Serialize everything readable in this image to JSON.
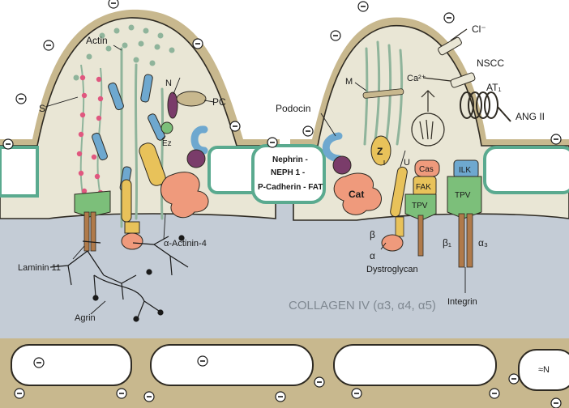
{
  "labels": {
    "actin": "Actin",
    "s": "S",
    "n": "N",
    "pc": "PC",
    "ez": "Ez",
    "alpha_actinin": "α-Actinin-4",
    "laminin": "Laminin 11",
    "agrin": "Agrin",
    "podocin": "Podocin",
    "nephrin_1": "Nephrin -",
    "nephrin_2": "NEPH 1 -",
    "nephrin_3": "P-Cadherin - FAT",
    "m": "M",
    "ca": "Ca²⁺",
    "cl": "Cl⁻",
    "nscc": "NSCC",
    "at1": "AT₁",
    "ang2": "ANG II",
    "z": "Z",
    "u": "U",
    "cat_left": "Cat",
    "cas": "Cas",
    "fak": "FAK",
    "ilk": "ILK",
    "tpv_1": "TPV",
    "tpv_2": "TPV",
    "beta": "β",
    "alpha": "α",
    "dystroglycan": "Dystroglycan",
    "beta1": "β₁",
    "alpha3": "α₃",
    "integrin": "Integrin",
    "collagen": "COLLAGEN IV (α3, α4, α5)",
    "watermark": "≈N"
  },
  "charge_symbol": "⊖",
  "colors": {
    "cell_fill": "#e9e6d5",
    "cell_outline": "#2e2a22",
    "slit_outline": "#5aaa8f",
    "membrane_outer": "#c8b88e",
    "gbm": "#c4ccd6",
    "blue_protein": "#6ea8cf",
    "yellow_protein": "#e8c25a",
    "salmon_protein": "#ef9a7c",
    "green_protein": "#7cbf7a",
    "purple_protein": "#7a3c6a",
    "brown_protein": "#b07a4a",
    "pink_dot": "#e0577f",
    "actin_green": "#8fb49b"
  }
}
